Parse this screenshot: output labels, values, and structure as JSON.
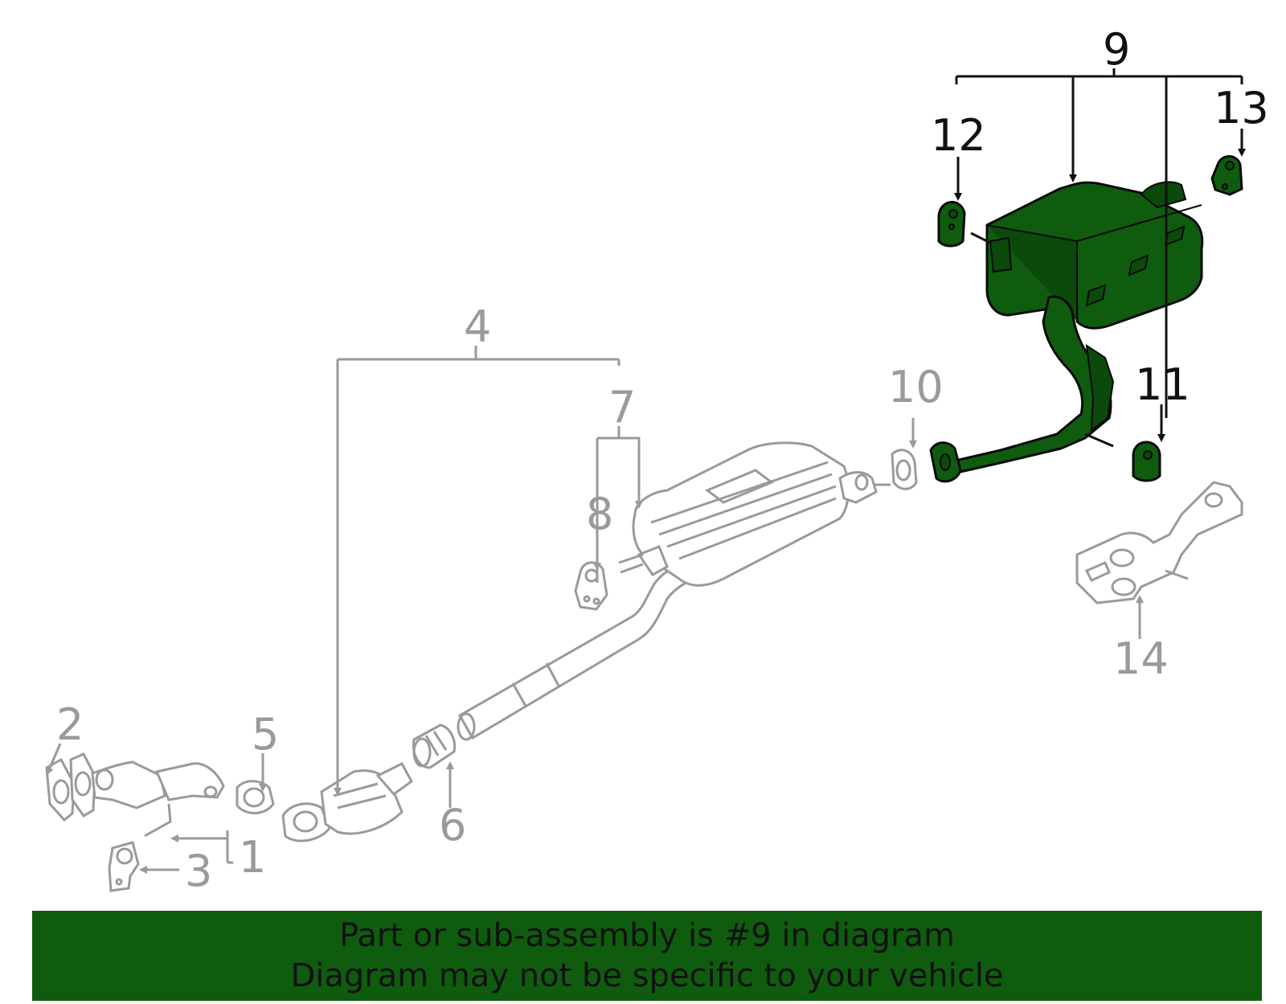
{
  "callouts": {
    "c1": "1",
    "c2": "2",
    "c3": "3",
    "c4": "4",
    "c5": "5",
    "c6": "6",
    "c7": "7",
    "c8": "8",
    "c9": "9",
    "c10": "10",
    "c11": "11",
    "c12": "12",
    "c13": "13",
    "c14": "14"
  },
  "highlight": {
    "part_number": "9",
    "color": "#0f5c0f"
  },
  "colors": {
    "other_parts": "#9a9a9a",
    "highlighted_callouts": "#111111",
    "banner": "#0f5c0f"
  },
  "banner": {
    "line1": "Part or sub-assembly is #9 in diagram",
    "line2": "Diagram may not be specific to your vehicle"
  }
}
